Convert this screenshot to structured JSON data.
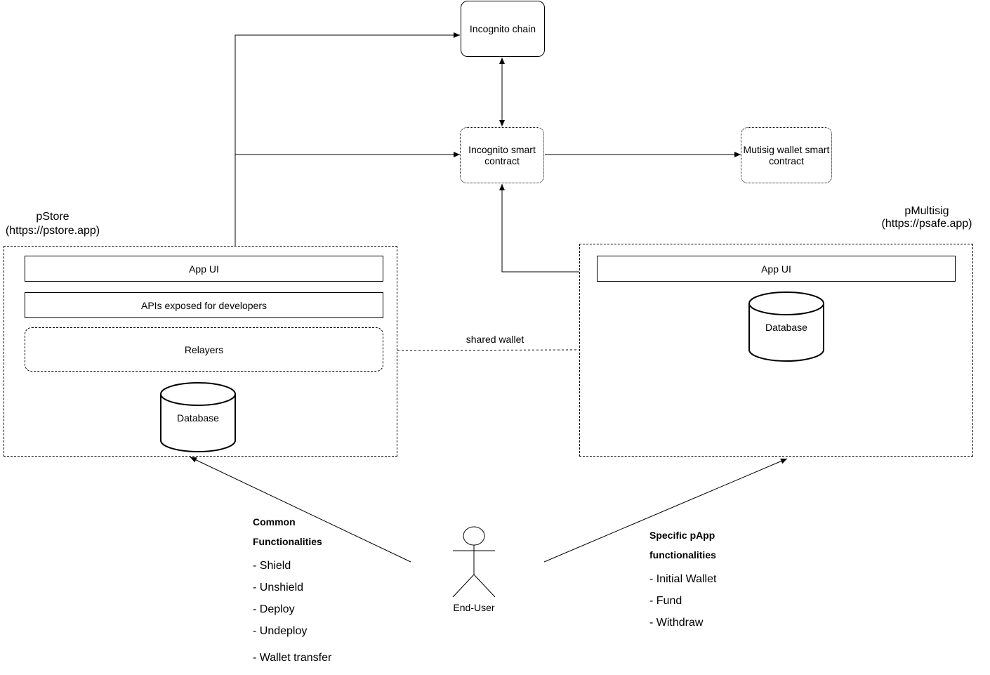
{
  "nodes": {
    "incognito_chain": "Incognito chain",
    "incognito_smart_contract": "Incognito smart contract",
    "multisig_wallet_contract": "Mutisig wallet smart contract"
  },
  "pstore": {
    "title": "pStore",
    "url": "(https://pstore.app)",
    "app_ui": "App UI",
    "apis": "APIs exposed for developers",
    "relayers": "Relayers",
    "database": "Database"
  },
  "pmultisig": {
    "title": "pMultisig",
    "url": "(https://psafe.app)",
    "app_ui": "App UI",
    "database": "Database"
  },
  "shared_wallet": "shared wallet",
  "end_user": "End-User",
  "common": {
    "heading_line1": "Common",
    "heading_line2": "Functionalities",
    "items": [
      "- Shield",
      "- Unshield",
      "- Deploy",
      "- Undeploy",
      "- Wallet transfer"
    ]
  },
  "specific": {
    "heading_line1": "Specific pApp",
    "heading_line2": "functionalities",
    "items": [
      "- Initial Wallet",
      "- Fund",
      "- Withdraw"
    ]
  }
}
